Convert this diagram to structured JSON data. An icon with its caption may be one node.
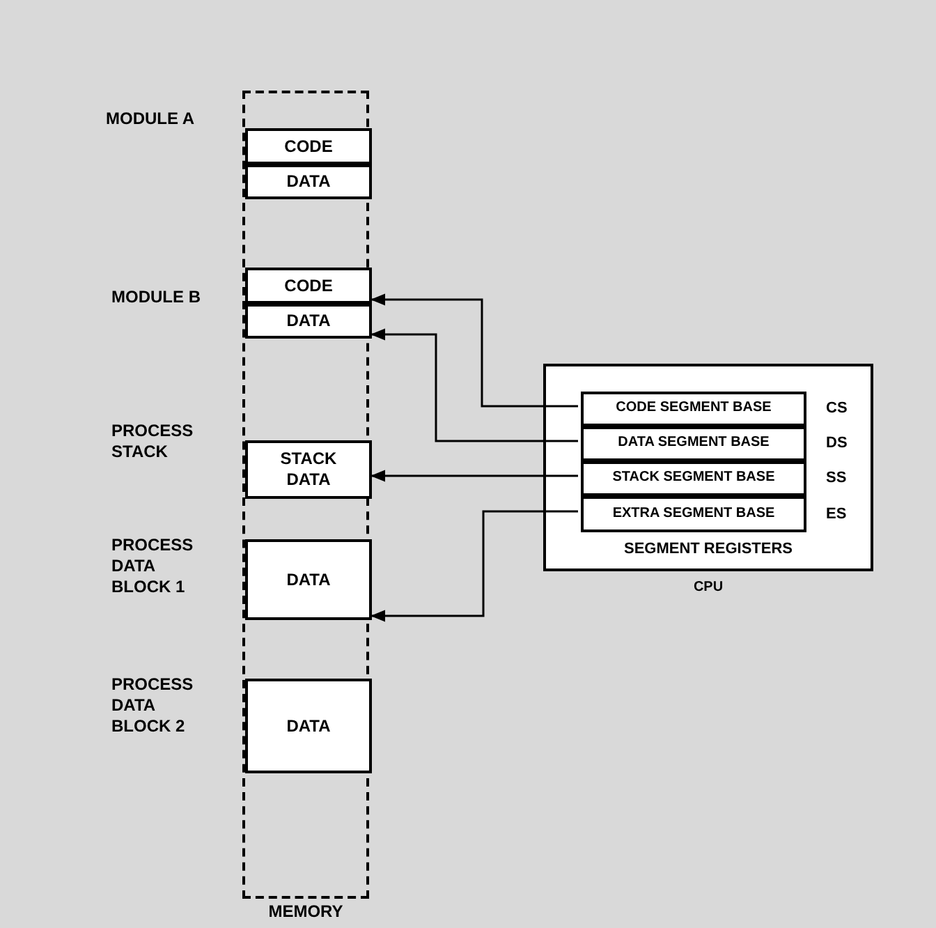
{
  "diagram": {
    "nodes": [
      {
        "text": [
          "MEMORY"
        ]
      },
      {
        "text": [
          "CODE"
        ],
        "in": 0
      },
      {
        "text": [
          "DATA"
        ],
        "in": 0
      },
      {
        "text": [
          "CODE"
        ],
        "in": 0
      },
      {
        "text": [
          "DATA"
        ],
        "in": 0
      },
      {
        "text": [
          "STACK DATA"
        ],
        "in": 0
      },
      {
        "text": [
          "DATA"
        ],
        "in": 0
      },
      {
        "text": [
          "DATA"
        ],
        "in": 0
      },
      {
        "text": [
          "SEGMENT REGISTERS",
          "CPU"
        ]
      },
      {
        "text": [
          "CODE SEGMENT BASE"
        ],
        "beside": [
          "CS"
        ],
        "in": 8
      },
      {
        "text": [
          "DATA SEGMENT BASE"
        ],
        "beside": [
          "DS"
        ],
        "in": 8
      },
      {
        "text": [
          "STACK SEGMENT BASE"
        ],
        "beside": [
          "SS"
        ],
        "in": 8
      },
      {
        "text": [
          "EXTRA SEGMENT BASE"
        ],
        "beside": [
          "ES"
        ],
        "in": 8
      }
    ],
    "edges": [
      {
        "from": 9,
        "to": 3,
        "arrow": "to"
      },
      {
        "from": 10,
        "to": 4,
        "arrow": "to"
      },
      {
        "from": 11,
        "to": 5,
        "arrow": "to"
      },
      {
        "from": 12,
        "to": 6,
        "arrow": "to"
      }
    ],
    "labels": [
      "MODULE A",
      "MODULE B",
      "PROCESS STACK",
      "PROCESS DATA BLOCK 1",
      "PROCESS DATA BLOCK 2"
    ]
  }
}
